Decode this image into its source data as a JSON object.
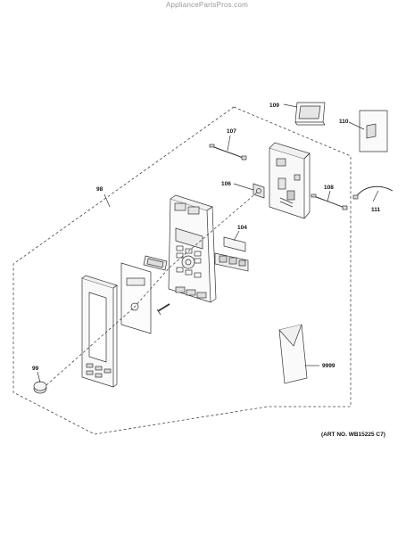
{
  "header": {
    "watermark": "AppliancePartsPros.com"
  },
  "diagram": {
    "labels": {
      "l98": "98",
      "l99": "99",
      "l104": "104",
      "l106": "106",
      "l107": "107",
      "l108": "108",
      "l109": "109",
      "l110": "110",
      "l111": "111",
      "l9999": "9999"
    },
    "art_number": "(ART NO. WB15225 C7)"
  }
}
